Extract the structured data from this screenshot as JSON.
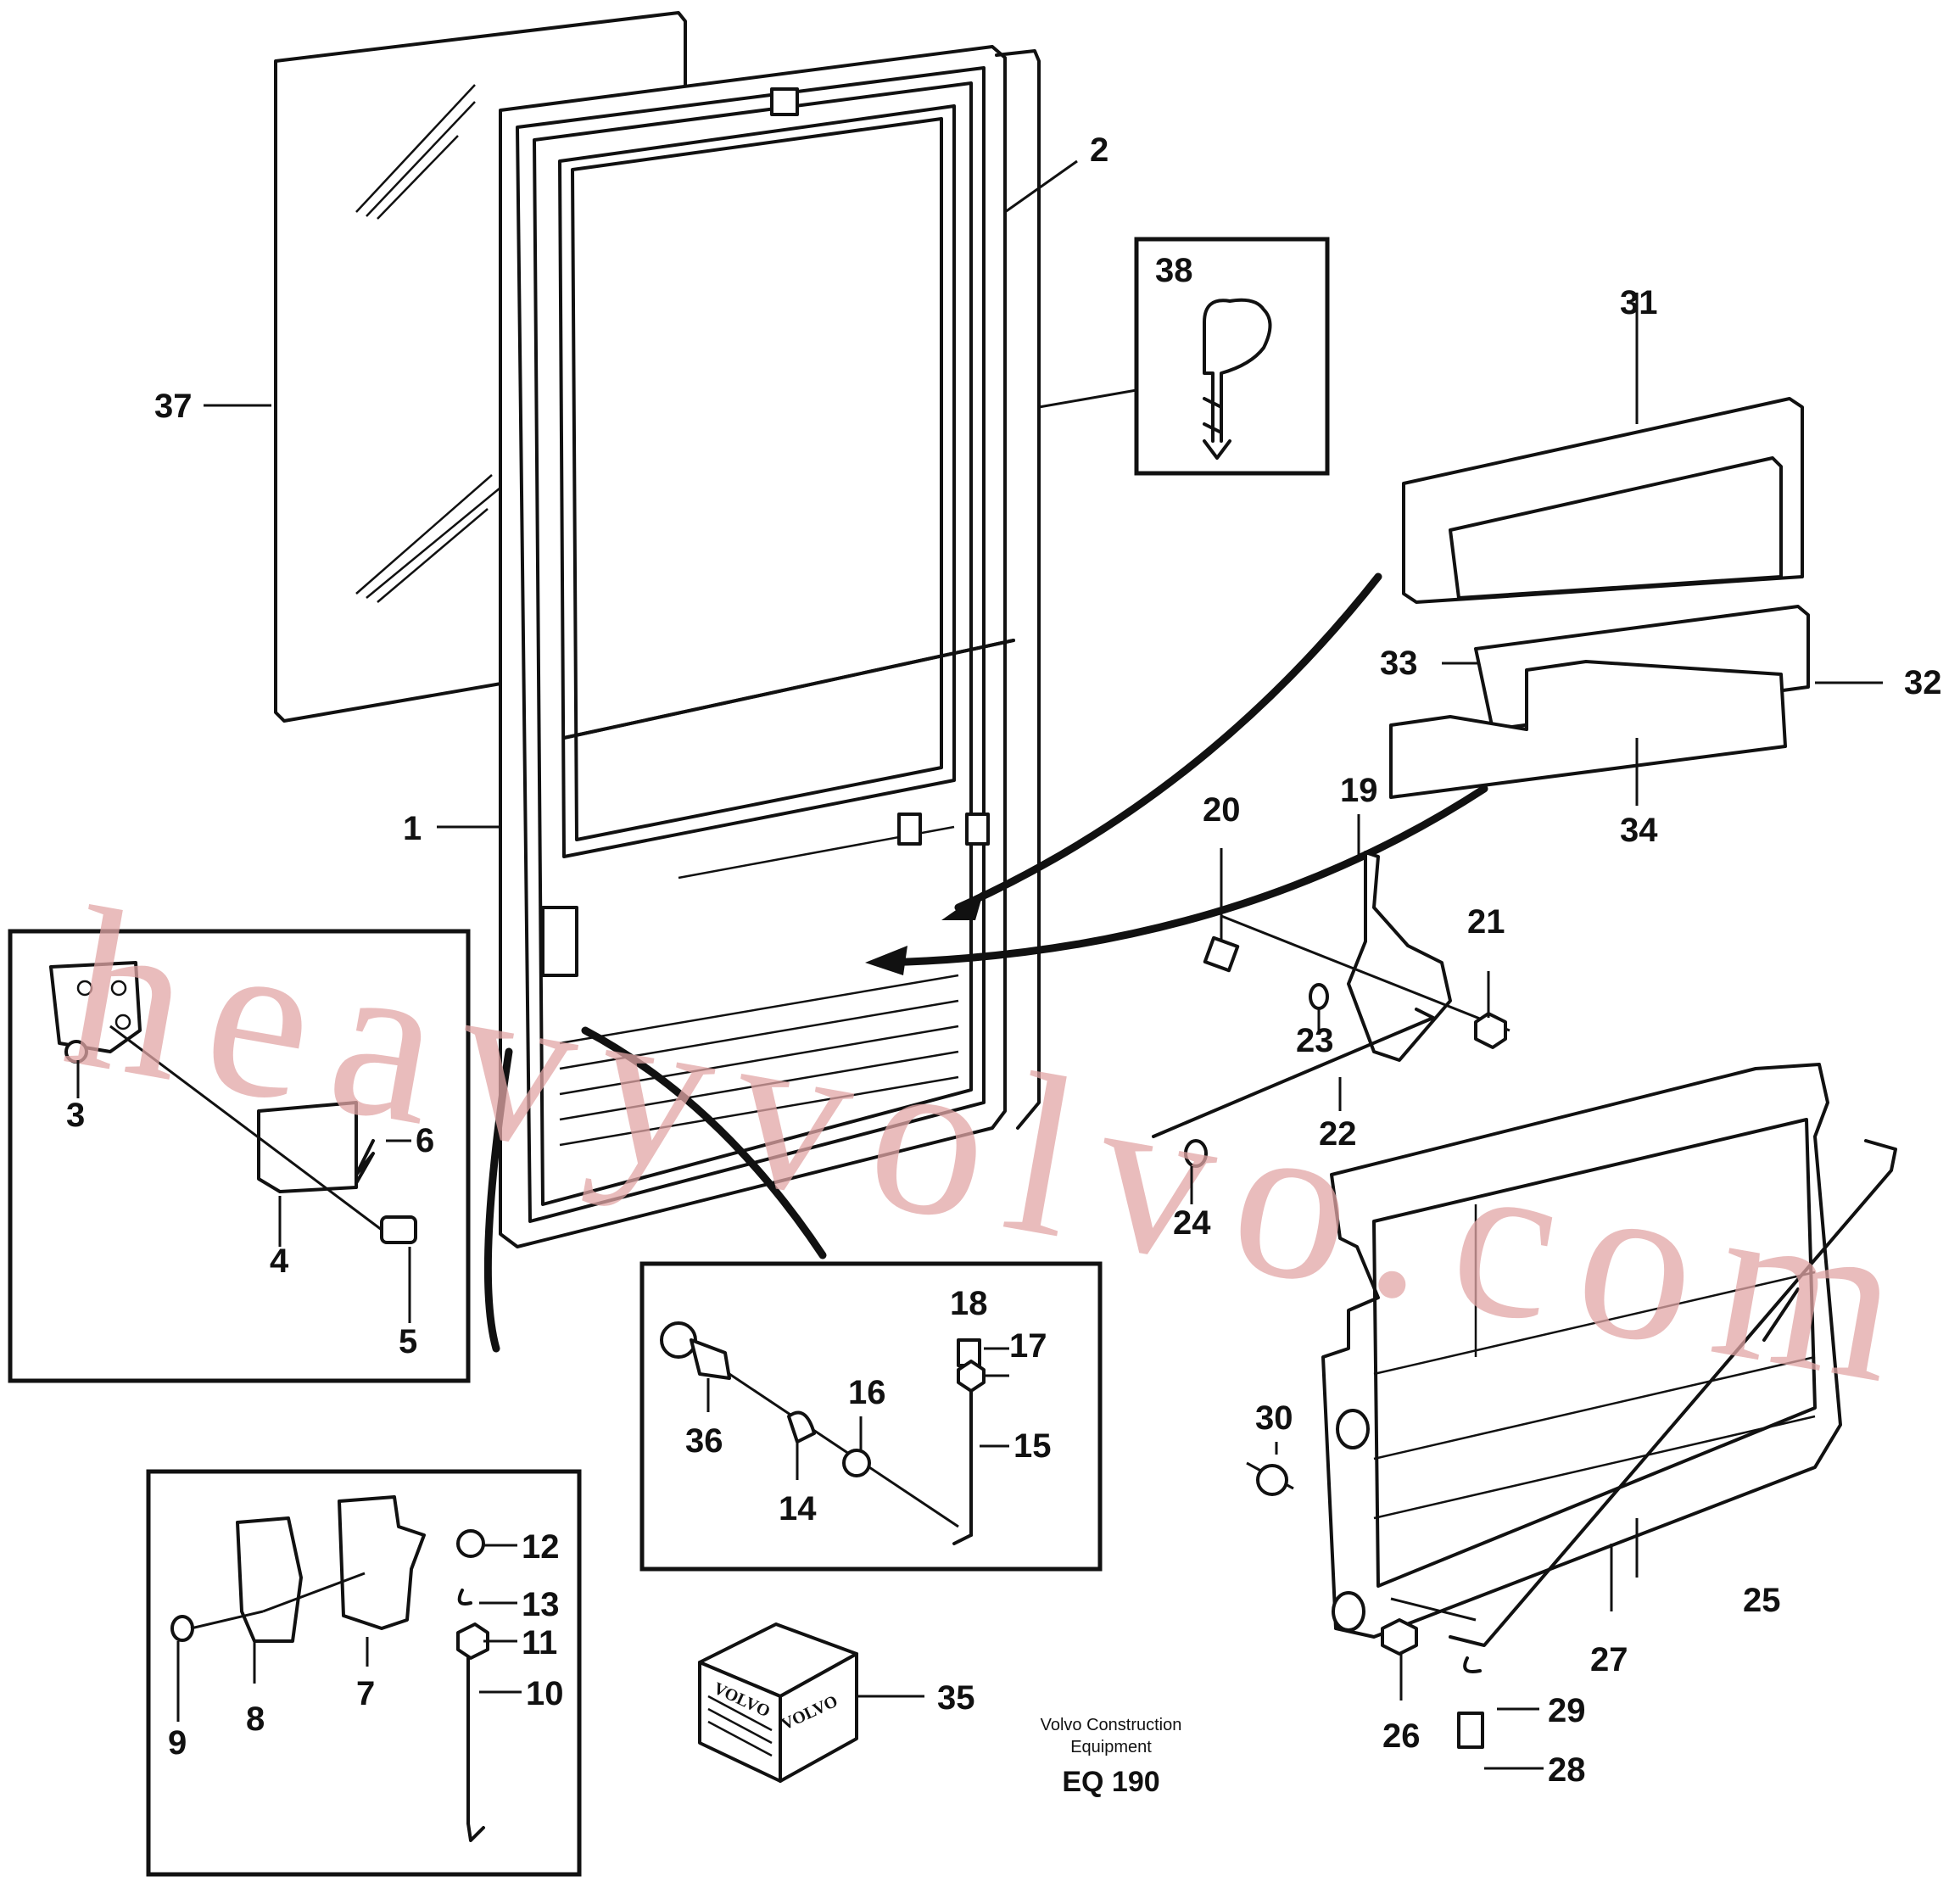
{
  "watermark": "heavyvolvo.com",
  "caption": {
    "line1": "Volvo Construction",
    "line2": "Equipment",
    "code": "EQ 190"
  },
  "brand_text": "VOLVO",
  "callouts": {
    "c1": "1",
    "c2": "2",
    "c3": "3",
    "c4": "4",
    "c5": "5",
    "c6": "6",
    "c7": "7",
    "c8": "8",
    "c9": "9",
    "c10": "10",
    "c11": "11",
    "c12": "12",
    "c13": "13",
    "c14": "14",
    "c15": "15",
    "c16": "16",
    "c17": "17",
    "c18": "18",
    "c19": "19",
    "c20": "20",
    "c21": "21",
    "c22": "22",
    "c23": "23",
    "c24": "24",
    "c25": "25",
    "c26": "26",
    "c27": "27",
    "c28": "28",
    "c29": "29",
    "c30": "30",
    "c31": "31",
    "c32": "32",
    "c33": "33",
    "c34": "34",
    "c35": "35",
    "c36": "36",
    "c37": "37",
    "c38": "38"
  }
}
